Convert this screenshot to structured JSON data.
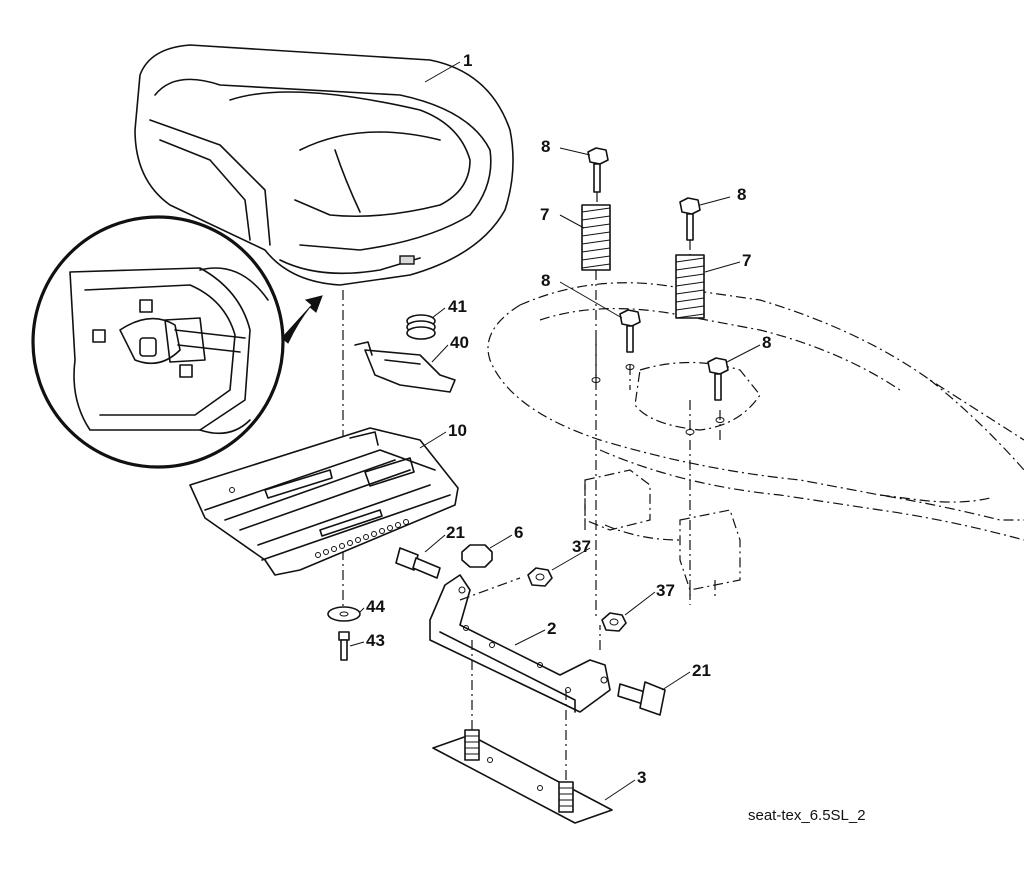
{
  "callouts": {
    "c1": "1",
    "c2": "2",
    "c3": "3",
    "c6": "6",
    "c7a": "7",
    "c7b": "7",
    "c8a": "8",
    "c8b": "8",
    "c8c": "8",
    "c8d": "8",
    "c10": "10",
    "c21a": "21",
    "c21b": "21",
    "c37a": "37",
    "c37b": "37",
    "c40": "40",
    "c41": "41",
    "c43": "43",
    "c44": "44"
  },
  "caption": "seat-tex_6.5SL_2",
  "colors": {
    "ink": "#111111",
    "paper": "#ffffff",
    "shade": "#d9d9d9"
  }
}
